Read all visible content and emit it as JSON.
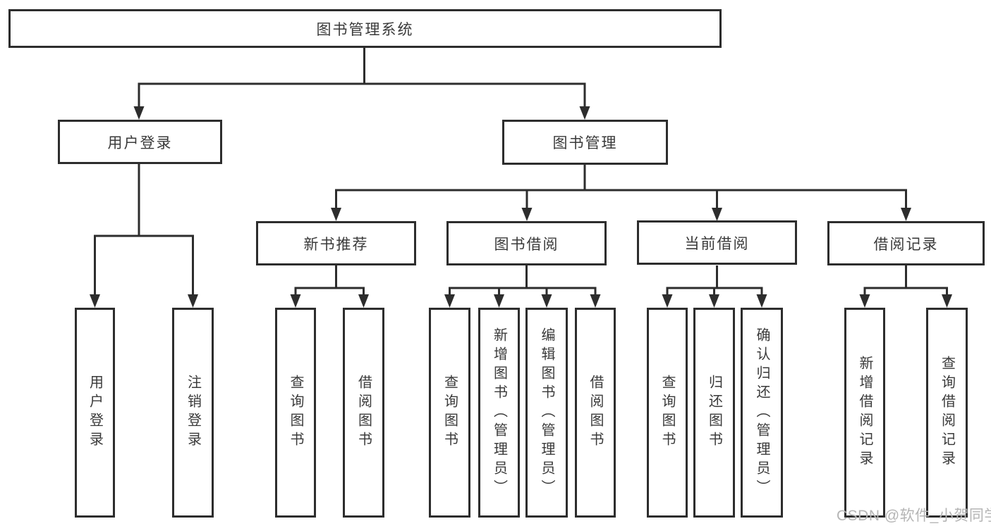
{
  "diagram": {
    "root": {
      "label": "图书管理系统"
    },
    "level2": {
      "user_login": {
        "label": "用户登录",
        "children": {
          "login": "用户登录",
          "logout": "注销登录"
        }
      },
      "book_management": {
        "label": "图书管理"
      }
    },
    "level3": {
      "new_book_recommend": {
        "label": "新书推荐",
        "children": {
          "query_books": "查询图书",
          "borrow_books": "借阅图书"
        }
      },
      "book_borrowing": {
        "label": "图书借阅",
        "children": {
          "query_books": "查询图书",
          "add_books": "新增图书（管理员）",
          "edit_books": "编辑图书（管理员）",
          "borrow_books": "借阅图书"
        }
      },
      "current_borrowing": {
        "label": "当前借阅",
        "children": {
          "query_books": "查询图书",
          "return_books": "归还图书",
          "confirm_return": "确认归还（管理员）"
        }
      },
      "borrow_records": {
        "label": "借阅记录",
        "children": {
          "add_record": "新增借阅记录",
          "query_record": "查询借阅记录"
        }
      }
    }
  },
  "watermark": {
    "text": "CSDN @软件_小贺同学"
  },
  "colors": {
    "line": "#2d2d2d",
    "text": "#3a3a3a",
    "watermark": "#b5b5b5",
    "background": "#ffffff"
  }
}
